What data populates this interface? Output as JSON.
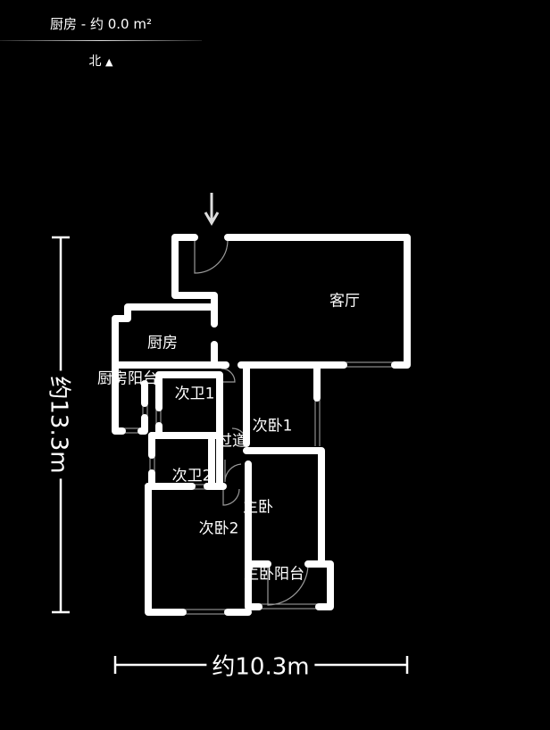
{
  "header": {
    "title": "厨房 - 约 0.0 m²",
    "north_label": "北",
    "north_icon": "triangle-up-icon"
  },
  "rooms": {
    "living": "客厅",
    "kitchen": "厨房",
    "kitchen_balcony": "厨房阳台",
    "bath1": "次卫1",
    "bath2": "次卫2",
    "bed1": "次卧1",
    "bed2": "次卧2",
    "corridor": "过道",
    "master": "主卧",
    "master_balcony": "主卧阳台"
  },
  "dimensions": {
    "height": "约13.3m",
    "width": "约10.3m"
  },
  "colors": {
    "background": "#000000",
    "wall": "#ffffff",
    "door": "#9a9a9a"
  }
}
